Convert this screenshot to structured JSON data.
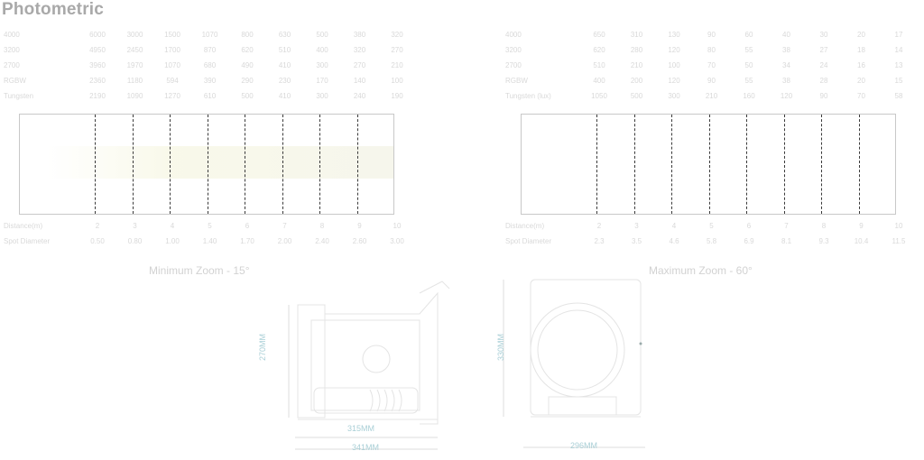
{
  "page": {
    "title": "Photometric"
  },
  "min_zoom": {
    "label": "Minimum Zoom - 15°",
    "rows": [
      {
        "head": "4000",
        "values": [
          "6000",
          "3000",
          "1500",
          "1070",
          "800",
          "630",
          "500",
          "380",
          "320"
        ]
      },
      {
        "head": "3200",
        "values": [
          "4950",
          "2450",
          "1700",
          "870",
          "620",
          "510",
          "400",
          "320",
          "270"
        ]
      },
      {
        "head": "2700",
        "values": [
          "3960",
          "1970",
          "1070",
          "680",
          "490",
          "410",
          "300",
          "270",
          "210"
        ]
      },
      {
        "head": "RGBW",
        "values": [
          "2360",
          "1180",
          "594",
          "390",
          "290",
          "230",
          "170",
          "140",
          "100"
        ]
      },
      {
        "head": "Tungsten",
        "values": [
          "2190",
          "1090",
          "1270",
          "610",
          "500",
          "410",
          "300",
          "240",
          "190"
        ]
      }
    ],
    "footer_rows": [
      {
        "head": "Distance(m)",
        "values": [
          "2",
          "3",
          "4",
          "5",
          "6",
          "7",
          "8",
          "9",
          "10"
        ]
      },
      {
        "head": "Spot Diameter",
        "values": [
          "0.50",
          "0.80",
          "1.00",
          "1.40",
          "1.70",
          "2.00",
          "2.40",
          "2.60",
          "3.00"
        ]
      }
    ]
  },
  "max_zoom": {
    "label": "Maximum Zoom - 60°",
    "rows": [
      {
        "head": "4000",
        "values": [
          "650",
          "310",
          "130",
          "90",
          "60",
          "40",
          "30",
          "20",
          "17"
        ]
      },
      {
        "head": "3200",
        "values": [
          "620",
          "280",
          "120",
          "80",
          "55",
          "38",
          "27",
          "18",
          "14"
        ]
      },
      {
        "head": "2700",
        "values": [
          "510",
          "210",
          "100",
          "70",
          "50",
          "34",
          "24",
          "16",
          "13"
        ]
      },
      {
        "head": "RGBW",
        "values": [
          "400",
          "200",
          "120",
          "90",
          "55",
          "38",
          "28",
          "20",
          "15"
        ]
      },
      {
        "head": "Tungsten (lux)",
        "values": [
          "1050",
          "500",
          "300",
          "210",
          "160",
          "120",
          "90",
          "70",
          "58"
        ]
      }
    ],
    "footer_rows": [
      {
        "head": "Distance(m)",
        "values": [
          "2",
          "3",
          "4",
          "5",
          "6",
          "7",
          "8",
          "9",
          "10"
        ]
      },
      {
        "head": "Spot Diameter",
        "values": [
          "2.3",
          "3.5",
          "4.6",
          "5.8",
          "6.9",
          "8.1",
          "9.3",
          "10.4",
          "11.5"
        ]
      }
    ]
  },
  "dimensions": {
    "side_height": "270MM",
    "side_width_inner": "315MM",
    "side_width_outer": "341MM",
    "front_height": "330MM",
    "front_width": "296MM"
  }
}
